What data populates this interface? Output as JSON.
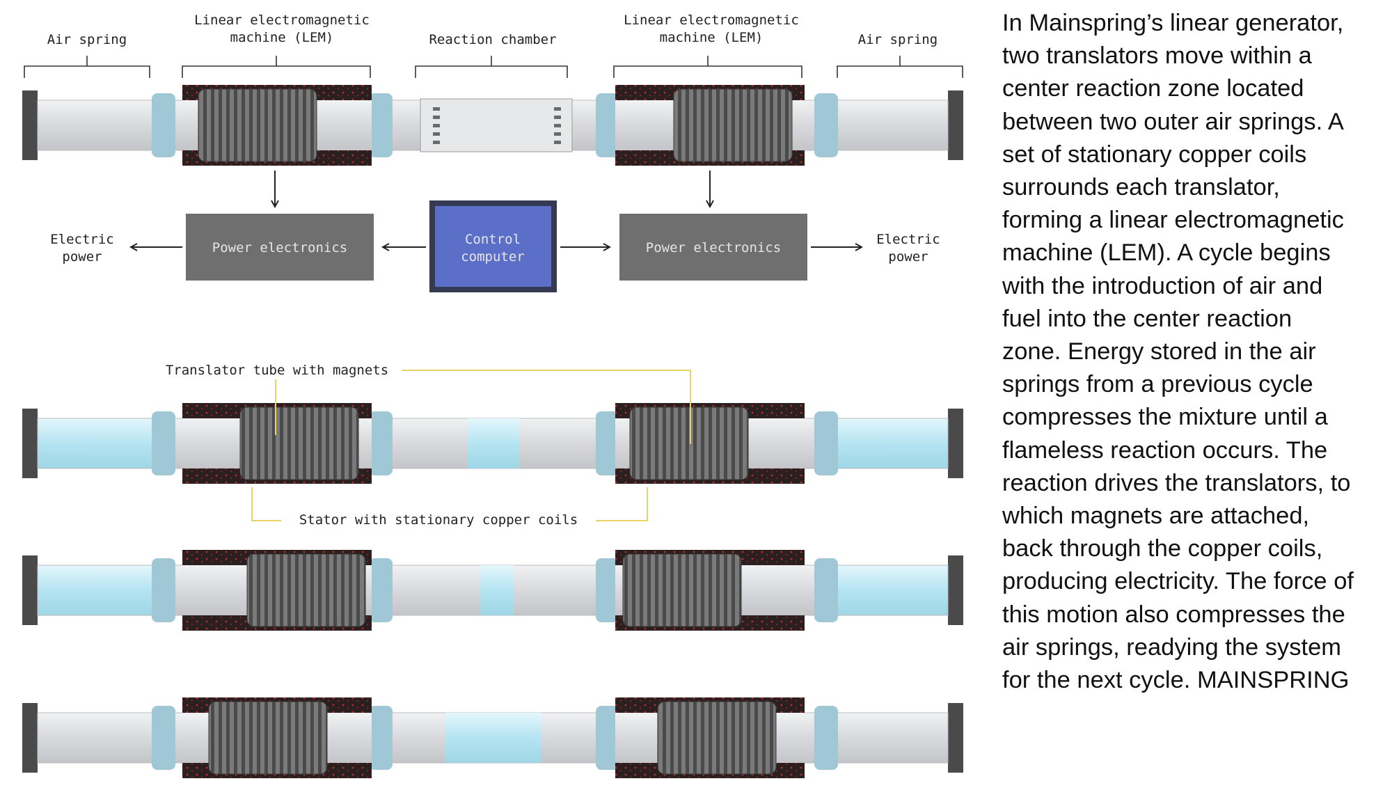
{
  "labels": {
    "air_spring_left": "Air spring",
    "lem_left": "Linear electromagnetic\nmachine (LEM)",
    "reaction_chamber": "Reaction chamber",
    "lem_right": "Linear electromagnetic\nmachine (LEM)",
    "air_spring_right": "Air spring",
    "electric_power_left": "Electric\npower",
    "power_electronics_left": "Power electronics",
    "control_computer": "Control\ncomputer",
    "power_electronics_right": "Power electronics",
    "electric_power_right": "Electric\npower",
    "translator_tube": "Translator tube with magnets",
    "stator": "Stator with stationary copper coils"
  },
  "description": "In Mainspring’s linear generator,\ntwo translators move within a\ncenter reaction zone located\nbetween two outer air springs. A\nset of stationary copper coils\nsurrounds each translator,\nforming a linear electromagnetic\nmachine (LEM). A cycle begins\nwith the introduction of air and\nfuel into the center reaction\nzone. Energy stored in the air\nsprings from a previous cycle\ncompresses the mixture until a\nflameless reaction occurs. The\nreaction drives the translators, to\nwhich magnets are attached,\nback through the copper coils,\nproducing electricity. The force of\nthis motion also compresses the\nair springs, readying the system\nfor the next cycle. MAINSPRING",
  "colors": {
    "power_box": "#6f6f6f",
    "control_box": "#5b6fc9",
    "control_border": "#333a52",
    "stator": "#2b1f1f",
    "coil": "#555555",
    "tube": "#dcdde0",
    "collar": "#9fc7d6",
    "gas": "#bfe9f5",
    "callout": "#e8d36a"
  }
}
